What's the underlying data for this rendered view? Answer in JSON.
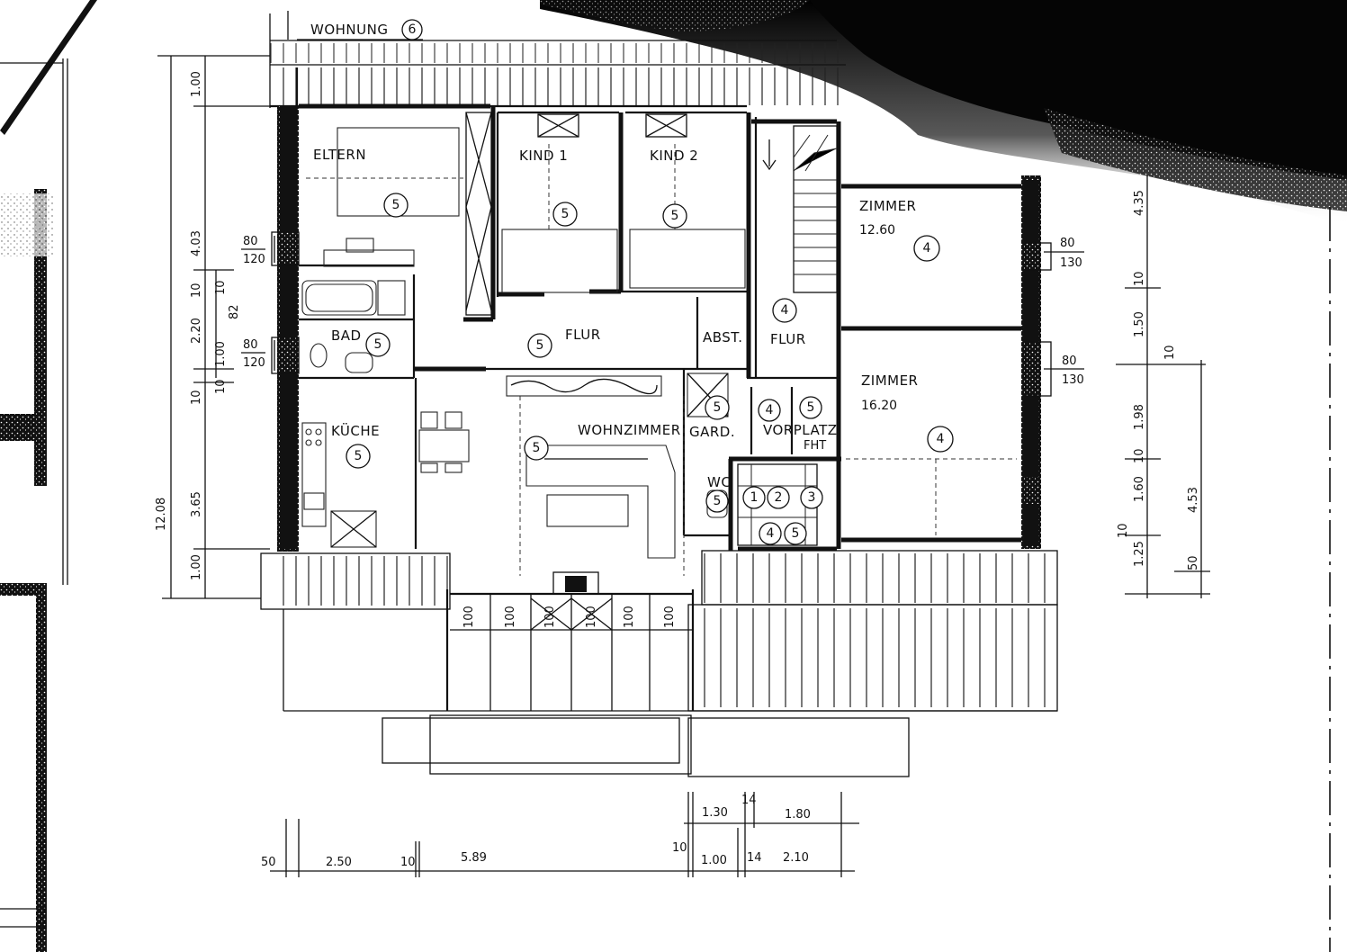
{
  "title": "WOHNUNG",
  "unit_number": "6",
  "rooms": [
    {
      "key": "eltern",
      "label": "ELTERN",
      "badge": "5"
    },
    {
      "key": "kind1",
      "label": "KIND 1",
      "badge": "5"
    },
    {
      "key": "kind2",
      "label": "KIND 2",
      "badge": "5"
    },
    {
      "key": "bad",
      "label": "BAD",
      "badge": "5"
    },
    {
      "key": "flur",
      "label": "FLUR",
      "badge": "5"
    },
    {
      "key": "abst",
      "label": "ABST."
    },
    {
      "key": "flur2",
      "label": "FLUR",
      "badge": "4"
    },
    {
      "key": "zimmer1",
      "label": "ZIMMER",
      "area": "12.60",
      "badge": "4"
    },
    {
      "key": "zimmer2",
      "label": "ZIMMER",
      "area": "16.20",
      "badge": "4"
    },
    {
      "key": "kueche",
      "label": "KÜCHE",
      "badge": "5"
    },
    {
      "key": "wohnzimmer",
      "label": "WOHNZIMMER",
      "badge": "5"
    },
    {
      "key": "gard",
      "label": "GARD.",
      "badge": "5"
    },
    {
      "key": "vorplatz",
      "label": "VORPLATZ",
      "badge": "5"
    },
    {
      "key": "wc",
      "label": "WC",
      "badge": "5"
    }
  ],
  "vorplatz_sublabel": "FHT",
  "vorplatz_badge2": "4",
  "stair_badges": [
    "1",
    "2",
    "3",
    "4",
    "5"
  ],
  "left_dims": {
    "total": "12.08",
    "segments": [
      "1.00",
      "4.03",
      "2.20",
      "10",
      "1.00",
      "10",
      "3.65",
      "1.00"
    ],
    "inner": [
      "10",
      "82",
      "10"
    ]
  },
  "window_dims_left": [
    {
      "a": "80",
      "b": "120"
    },
    {
      "a": "80",
      "b": "120"
    }
  ],
  "window_dims_right": [
    {
      "a": "80",
      "b": "130"
    },
    {
      "a": "80",
      "b": "130"
    }
  ],
  "right_dims": {
    "segments": [
      "4.35",
      "10",
      "1.50",
      "10",
      "1.98",
      "10",
      "1.60",
      "10",
      "1.25"
    ],
    "inner": [
      "4.53",
      "50"
    ]
  },
  "bottom_dims": {
    "row1": [
      "50",
      "2.50",
      "10",
      "5.89"
    ],
    "row2_top": [
      "1.30",
      "14",
      "1.80"
    ],
    "row2_bottom": [
      "10",
      "1.00",
      "14",
      "2.10"
    ]
  },
  "glazing_dims": [
    "100",
    "100",
    "100",
    "100",
    "100",
    "100"
  ]
}
